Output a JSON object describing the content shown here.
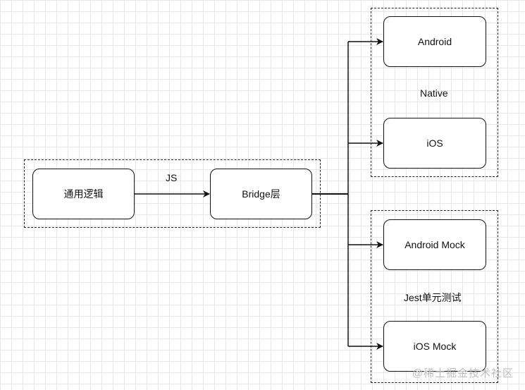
{
  "nodes": {
    "common_logic": "通用逻辑",
    "bridge": "Bridge层",
    "android": "Android",
    "ios": "iOS",
    "android_mock": "Android Mock",
    "ios_mock": "iOS Mock"
  },
  "edge_labels": {
    "js": "JS"
  },
  "groups": {
    "native": "Native",
    "jest": "Jest单元测试"
  },
  "watermark": "@稀土掘金技术社区"
}
